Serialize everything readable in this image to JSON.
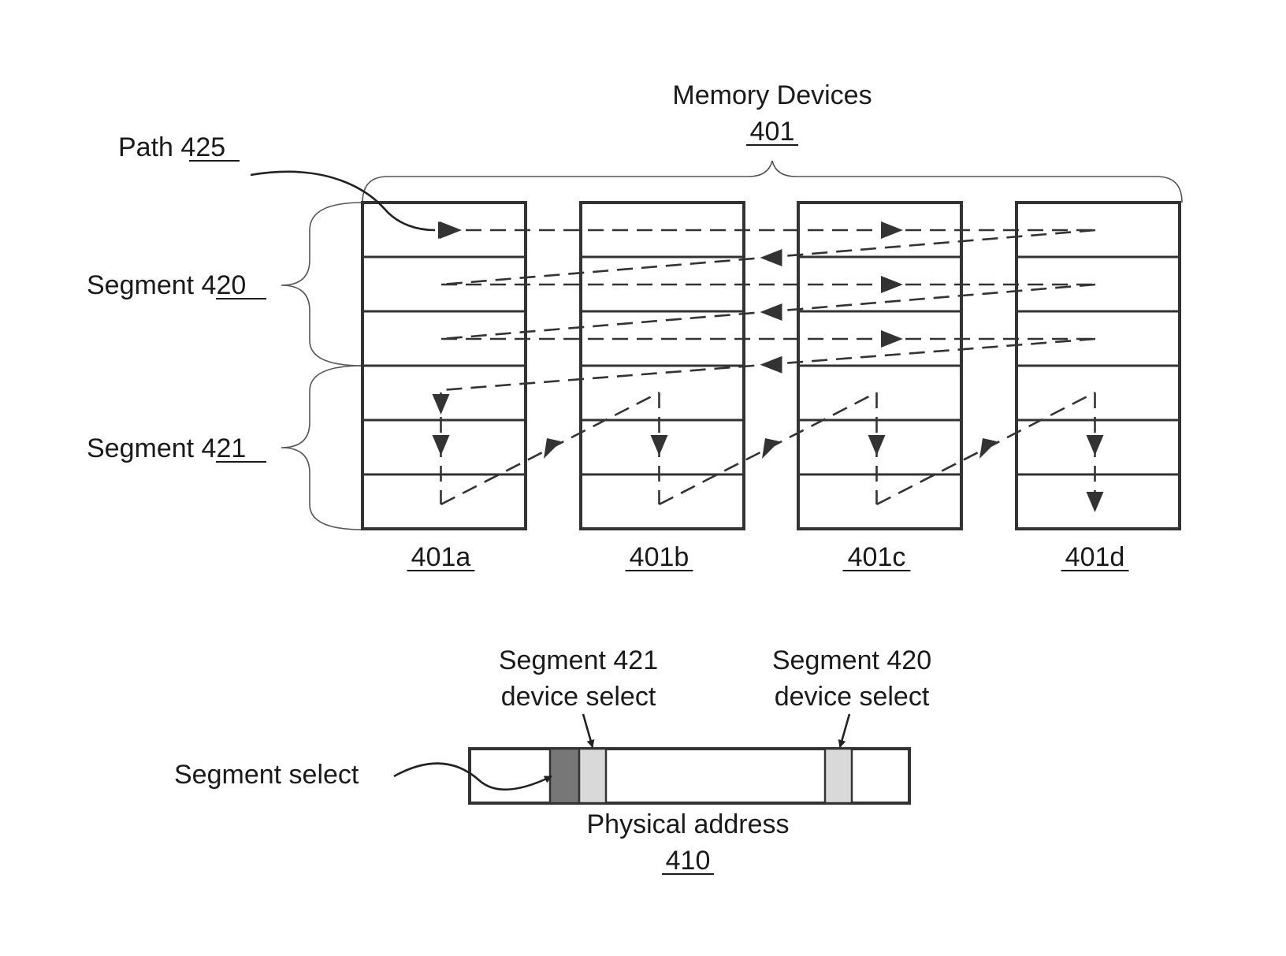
{
  "memory_devices": {
    "title": "Memory Devices",
    "ref": "401"
  },
  "path": {
    "label": "Path",
    "ref": "425"
  },
  "segment_420": {
    "label": "Segment",
    "ref": "420"
  },
  "segment_421": {
    "label": "Segment",
    "ref": "421"
  },
  "devices": [
    "401a",
    "401b",
    "401c",
    "401d"
  ],
  "address": {
    "seg421_select_line1": "Segment 421",
    "seg421_select_line2": "device select",
    "seg420_select_line1": "Segment 420",
    "seg420_select_line2": "device select",
    "segment_select": "Segment select",
    "caption": "Physical address",
    "ref": "410"
  },
  "colors": {
    "line": "#333333",
    "segment_select_fill": "#777777",
    "device_select_fill": "#d9d9d9"
  }
}
